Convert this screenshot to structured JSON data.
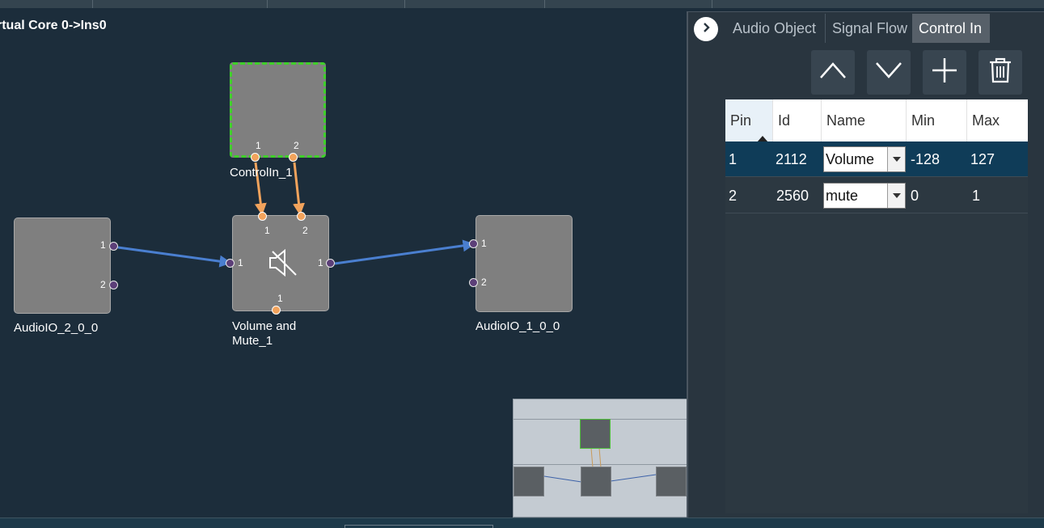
{
  "canvas": {
    "title": "rtual Core 0->Ins0",
    "blocks": {
      "control_in": {
        "label": "ControlIn_1",
        "pins": [
          "1",
          "2"
        ]
      },
      "volume_mute": {
        "label_line1": "Volume and",
        "label_line2": "Mute_1",
        "top_pins": [
          "1",
          "2"
        ],
        "in_pin": "1",
        "out_pin": "1",
        "bottom_pin": "1"
      },
      "audio_io_2": {
        "label": "AudioIO_2_0_0",
        "pins": [
          "1",
          "2"
        ]
      },
      "audio_io_1": {
        "label": "AudioIO_1_0_0",
        "pins": [
          "1",
          "2"
        ]
      }
    }
  },
  "panel": {
    "tabs": [
      {
        "label": "Audio Object",
        "active": false
      },
      {
        "label": "Signal Flow",
        "active": false
      },
      {
        "label": "Control In",
        "active": true
      }
    ],
    "toolbar": {
      "move_up": "chevron-up-icon",
      "move_down": "chevron-down-icon",
      "add": "plus-icon",
      "delete": "trash-icon"
    },
    "table": {
      "columns": [
        "Pin",
        "Id",
        "Name",
        "Min",
        "Max"
      ],
      "sorted_column": "Pin",
      "rows": [
        {
          "pin": "1",
          "id": "2112",
          "name": "Volume",
          "min": "-128",
          "max": "127",
          "selected": true
        },
        {
          "pin": "2",
          "id": "2560",
          "name": "mute",
          "min": "0",
          "max": "1",
          "selected": false
        }
      ]
    }
  },
  "colors": {
    "canvas_bg": "#1c2d3b",
    "block": "#7f7f7f",
    "selected_outline": "#3fd02a",
    "audio_wire": "#4a7fd0",
    "control_wire": "#f2a35c",
    "selected_row": "#0f3c58"
  }
}
